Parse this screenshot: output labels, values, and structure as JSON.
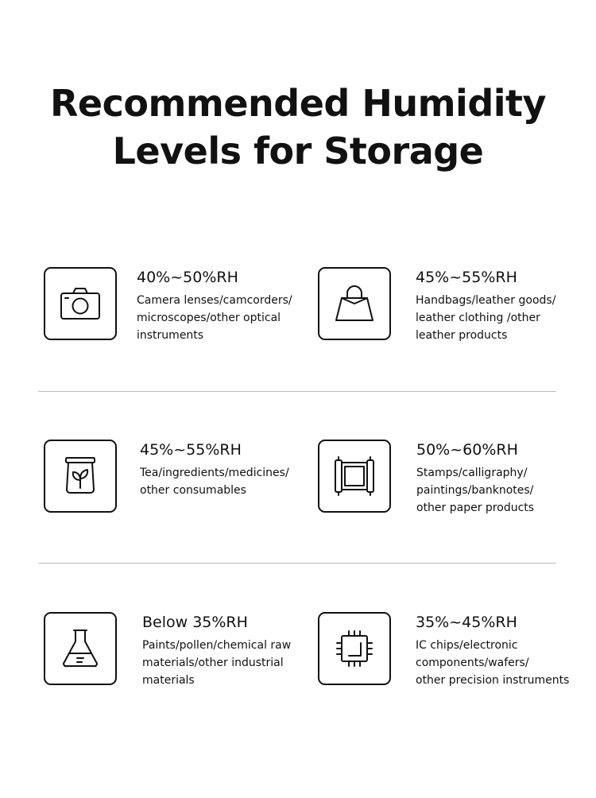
{
  "title": {
    "line1": "Recommended Humidity",
    "line2": "Levels for Storage"
  },
  "items": [
    {
      "icon": "camera-icon",
      "range": "40%~50%RH",
      "description": "Camera lenses/camcorders/\nmicroscopes/other optical\ninstruments"
    },
    {
      "icon": "handbag-icon",
      "range": "45%~55%RH",
      "description": "Handbags/leather goods/\nleather clothing /other\nleather products"
    },
    {
      "icon": "tea-jar-icon",
      "range": "45%~55%RH",
      "description": "Tea/ingredients/medicines/\nother consumables"
    },
    {
      "icon": "scroll-painting-icon",
      "range": "50%~60%RH",
      "description": "Stamps/calligraphy/\npaintings/banknotes/\nother paper products"
    },
    {
      "icon": "flask-icon",
      "range": "Below 35%RH",
      "description": "Paints/pollen/chemical raw\nmaterials/other industrial\nmaterials"
    },
    {
      "icon": "chip-icon",
      "range": "35%~45%RH",
      "description": "IC chips/electronic\ncomponents/wafers/\nother precision instruments"
    }
  ]
}
